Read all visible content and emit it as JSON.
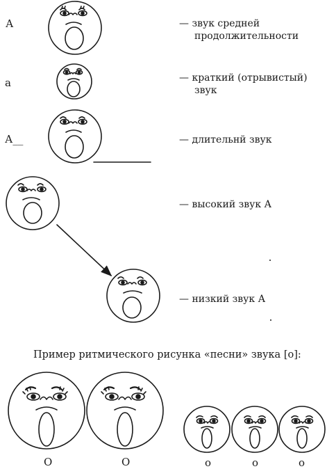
{
  "rows": [
    {
      "letter": "А",
      "desc_lines": [
        "— звук средней",
        "продолжительности"
      ]
    },
    {
      "letter": "а",
      "desc_lines": [
        "— краткий (отрывистый)",
        "звук"
      ]
    },
    {
      "letter": "А__",
      "desc_lines": [
        "— длительнй звук"
      ]
    },
    {
      "desc_lines": [
        "— высокий звук А"
      ]
    },
    {
      "desc_lines": [
        "— низкий звук А"
      ]
    }
  ],
  "example": {
    "caption": "Пример ритмического рисунка «песни» звука [о]:",
    "labels": [
      "О",
      "О",
      "о",
      "о",
      "о"
    ]
  },
  "colors": {
    "ink": "#1a1a1a",
    "paper": "#ffffff"
  }
}
